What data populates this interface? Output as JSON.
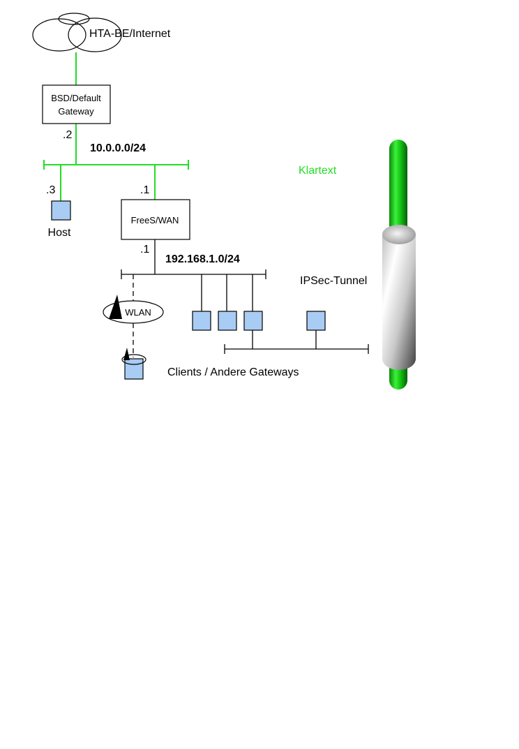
{
  "cloud": {
    "label": "HTA-BE/Internet"
  },
  "gateway": {
    "line1": "BSD/Default",
    "line2": "Gateway"
  },
  "net1": {
    "label": "10.0.0.0/24",
    "gateway_suffix": ".2",
    "host_suffix": ".3",
    "freeswan_suffix": ".1"
  },
  "host": {
    "label": "Host"
  },
  "freeswan": {
    "label": "FreeS/WAN",
    "suffix": ".1"
  },
  "net2": {
    "label": "192.168.1.0/24"
  },
  "wlan": {
    "label": "WLAN"
  },
  "clients": {
    "label": "Clients / Andere Gateways"
  },
  "tunnel": {
    "plain_label": "Klartext",
    "ipsec_label": "IPSec-Tunnel"
  },
  "colors": {
    "plain_line": "#22dd22",
    "node_fill": "#a8ccf4",
    "tunnel_green": "#10c010"
  }
}
